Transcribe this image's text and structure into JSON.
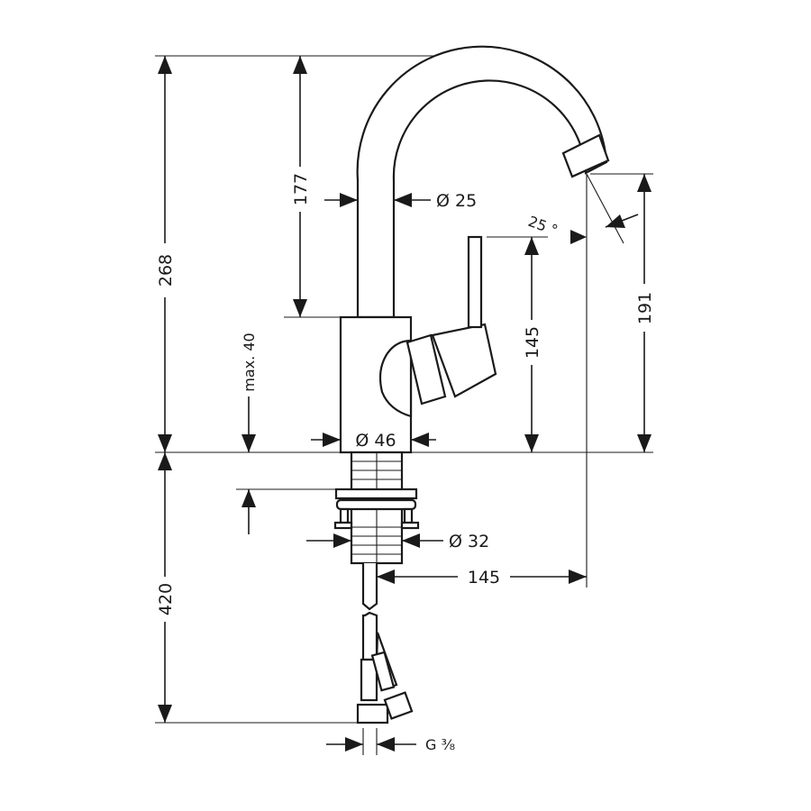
{
  "dimensions": {
    "total_height_above": "268",
    "spout_height": "177",
    "spout_diameter": "Ø 25",
    "spout_angle": "25 °",
    "outlet_height": "191",
    "lever_height": "145",
    "deck_thickness": "max. 40",
    "body_diameter": "Ø 46",
    "shank_diameter": "Ø 32",
    "spout_reach": "145",
    "hose_length": "420",
    "connection_thread": "G ³⁄₈"
  }
}
